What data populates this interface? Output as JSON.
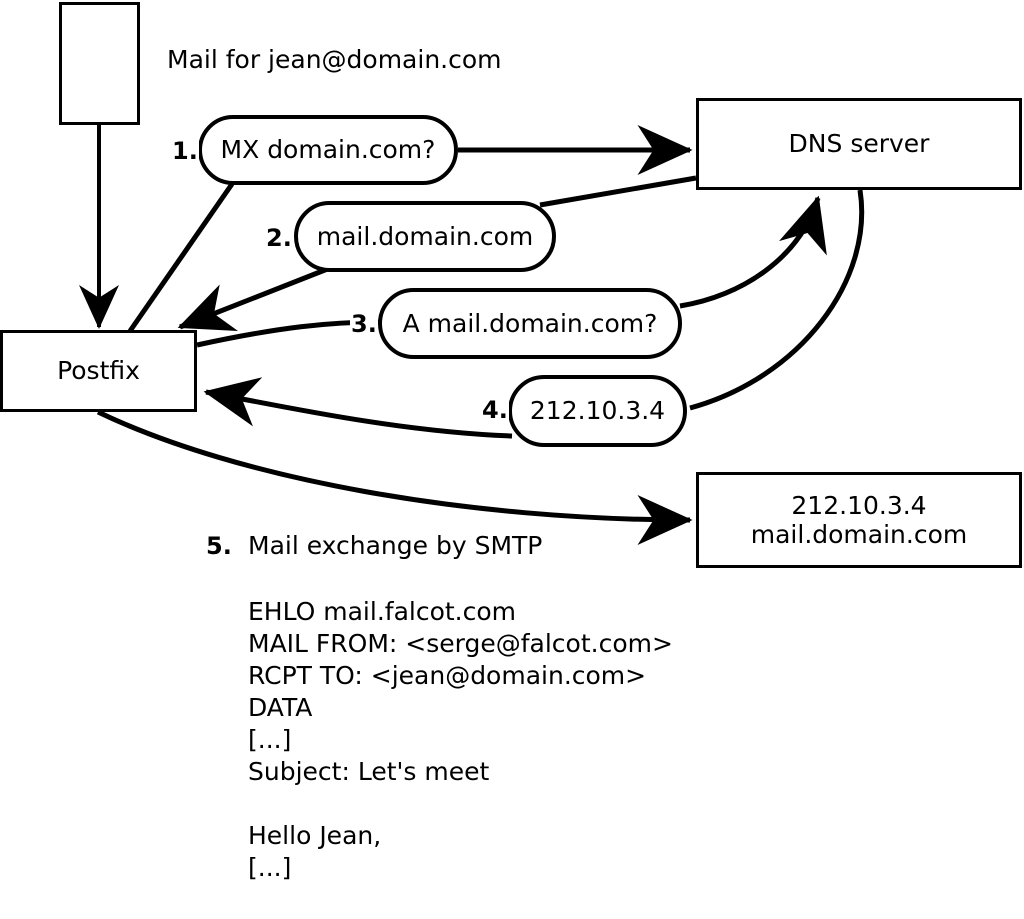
{
  "diagram": {
    "title_caption": "Mail for jean@domain.com",
    "nodes": {
      "sender_host": {
        "label": ""
      },
      "postfix": {
        "label": "Postfix"
      },
      "dns_server": {
        "label": "DNS server"
      },
      "mail_server": {
        "line1": "212.10.3.4",
        "line2": "mail.domain.com"
      }
    },
    "steps": [
      {
        "num": "1.",
        "label": "MX domain.com?"
      },
      {
        "num": "2.",
        "label": "mail.domain.com"
      },
      {
        "num": "3.",
        "label": "A mail.domain.com?"
      },
      {
        "num": "4.",
        "label": "212.10.3.4"
      }
    ],
    "step5": {
      "num": "5.",
      "label": "Mail exchange by SMTP"
    },
    "transcript": [
      "EHLO mail.falcot.com",
      "MAIL FROM: <serge@falcot.com>",
      "RCPT TO: <jean@domain.com>",
      "DATA",
      "[...]",
      "Subject: Let's meet",
      "",
      "Hello Jean,",
      "[...]",
      "",
      "."
    ],
    "colors": {
      "stroke": "#000000",
      "background": "#ffffff",
      "text": "#000000"
    }
  }
}
